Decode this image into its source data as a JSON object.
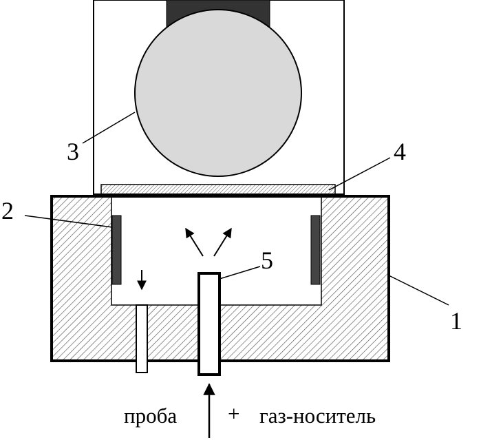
{
  "labels": {
    "one": "1",
    "two": "2",
    "three": "3",
    "four": "4",
    "five": "5"
  },
  "caption": {
    "sample": "проба",
    "plus": "+",
    "carrier": "газ-носитель"
  },
  "colors": {
    "stroke": "#000000",
    "hatch": "#555555",
    "sphere_fill": "#d9d9d9",
    "electrode_fill": "#444444",
    "holder_fill": "#333333",
    "background": "#ffffff"
  }
}
